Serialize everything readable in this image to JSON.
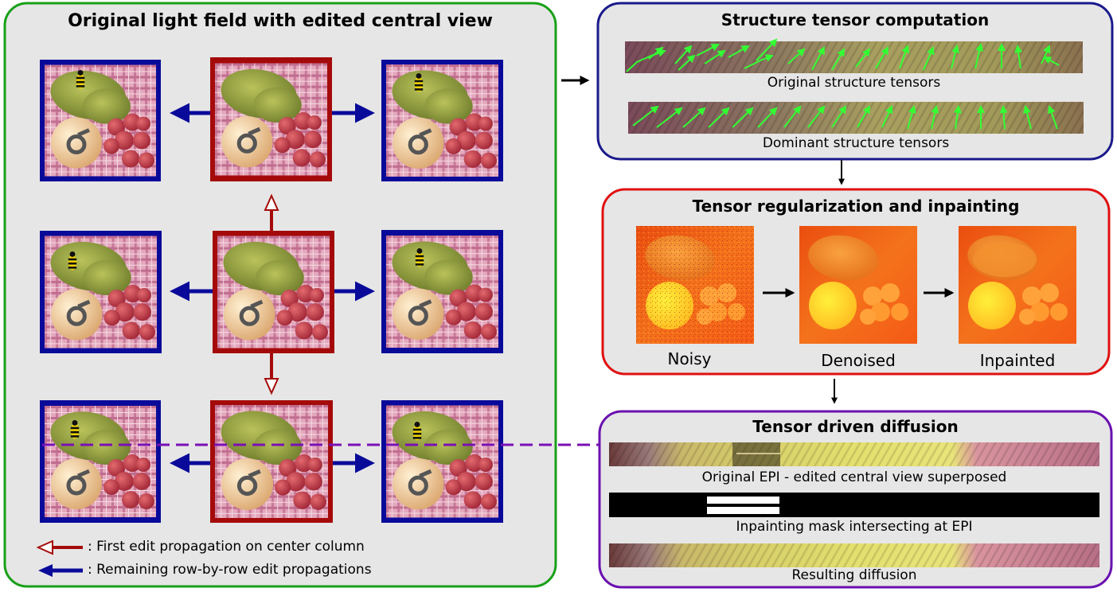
{
  "left_panel": {
    "title": "Original light field with edited central view",
    "legend": [
      {
        "text": ": First edit propagation on center column",
        "color": "#a00000",
        "style": "hollow"
      },
      {
        "text": ": Remaining row-by-row edit propagations",
        "color": "#0a0a9a",
        "style": "filled"
      }
    ],
    "view_grid": {
      "rows": 3,
      "cols": 3,
      "center_column_frame_color": "#a50a0a",
      "side_frame_color": "#0a0a9a"
    }
  },
  "structure_panel": {
    "title": "Structure tensor computation",
    "caption_original": "Original structure tensors",
    "caption_dominant": "Dominant structure tensors",
    "border_color": "#1a1a8c"
  },
  "regularization_panel": {
    "title": "Tensor regularization and inpainting",
    "labels": [
      "Noisy",
      "Denoised",
      "Inpainted"
    ],
    "border_color": "#e01010"
  },
  "diffusion_panel": {
    "title": "Tensor driven diffusion",
    "caption_epi": "Original EPI - edited central view superposed",
    "caption_mask": "Inpainting mask intersecting at EPI",
    "caption_result": "Resulting diffusion",
    "border_color": "#6a10b0"
  },
  "colors": {
    "left_border": "#18a018",
    "tensor_green": "#33ff33",
    "epi_link_dash": "#7a10b5"
  }
}
